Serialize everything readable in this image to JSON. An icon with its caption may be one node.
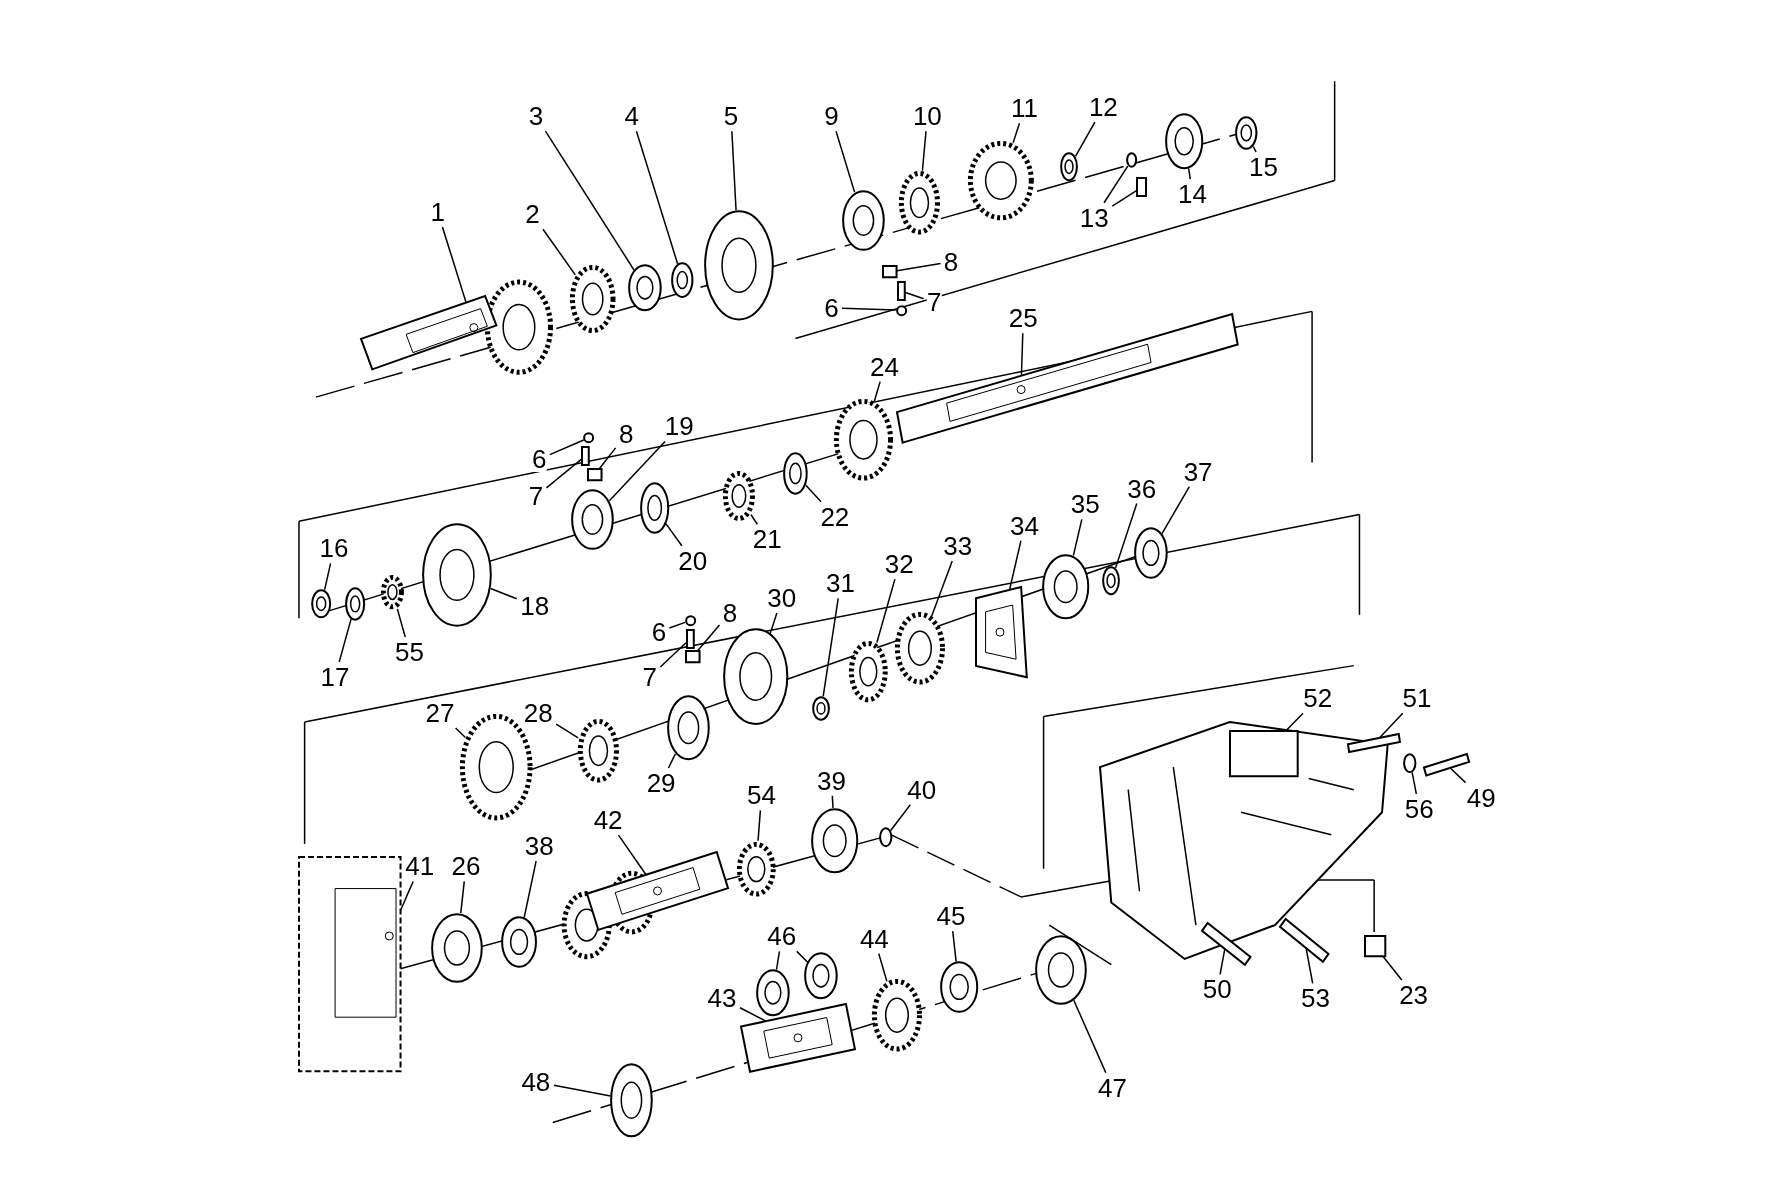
{
  "diagram": {
    "nodes": [
      {
        "text": [
          "1"
        ]
      },
      {
        "text": [
          "2"
        ]
      },
      {
        "text": [
          "3"
        ]
      },
      {
        "text": [
          "4"
        ]
      },
      {
        "text": [
          "5"
        ]
      },
      {
        "text": [
          "9"
        ]
      },
      {
        "text": [
          "10"
        ]
      },
      {
        "text": [
          "11"
        ]
      },
      {
        "text": [
          "12"
        ]
      },
      {
        "text": [
          "13"
        ]
      },
      {
        "text": [
          "14"
        ]
      },
      {
        "text": [
          "15"
        ]
      },
      {
        "text": [
          "8"
        ]
      },
      {
        "text": [
          "7"
        ]
      },
      {
        "text": [
          "6"
        ]
      },
      {
        "text": [
          "25"
        ]
      },
      {
        "text": [
          "24"
        ]
      },
      {
        "text": [
          "6"
        ]
      },
      {
        "text": [
          "8"
        ]
      },
      {
        "text": [
          "19"
        ]
      },
      {
        "text": [
          "7"
        ]
      },
      {
        "text": [
          "20"
        ]
      },
      {
        "text": [
          "21"
        ]
      },
      {
        "text": [
          "22"
        ]
      },
      {
        "text": [
          "16"
        ]
      },
      {
        "text": [
          "17"
        ]
      },
      {
        "text": [
          "55"
        ]
      },
      {
        "text": [
          "18"
        ]
      },
      {
        "text": [
          "34"
        ]
      },
      {
        "text": [
          "35"
        ]
      },
      {
        "text": [
          "36"
        ]
      },
      {
        "text": [
          "37"
        ]
      },
      {
        "text": [
          "6"
        ]
      },
      {
        "text": [
          "8"
        ]
      },
      {
        "text": [
          "30"
        ]
      },
      {
        "text": [
          "31"
        ]
      },
      {
        "text": [
          "32"
        ]
      },
      {
        "text": [
          "33"
        ]
      },
      {
        "text": [
          "7"
        ]
      },
      {
        "text": [
          "27"
        ]
      },
      {
        "text": [
          "28"
        ]
      },
      {
        "text": [
          "29"
        ]
      },
      {
        "text": [
          "52"
        ]
      },
      {
        "text": [
          "51"
        ]
      },
      {
        "text": [
          "56"
        ]
      },
      {
        "text": [
          "49"
        ]
      },
      {
        "text": [
          "54"
        ]
      },
      {
        "text": [
          "39"
        ]
      },
      {
        "text": [
          "40"
        ]
      },
      {
        "text": [
          "41"
        ]
      },
      {
        "text": [
          "26"
        ]
      },
      {
        "text": [
          "38"
        ]
      },
      {
        "text": [
          "42"
        ]
      },
      {
        "text": [
          "46"
        ]
      },
      {
        "text": [
          "44"
        ]
      },
      {
        "text": [
          "45"
        ]
      },
      {
        "text": [
          "43"
        ]
      },
      {
        "text": [
          "48"
        ]
      },
      {
        "text": [
          "47"
        ]
      },
      {
        "text": [
          "50"
        ]
      },
      {
        "text": [
          "53"
        ]
      },
      {
        "text": [
          "23"
        ]
      },
      {
        "text": [],
        "shape": "picture"
      },
      {
        "text": [],
        "shape": "picture"
      },
      {
        "text": [],
        "shape": "picture"
      },
      {
        "text": [],
        "shape": "picture"
      },
      {
        "text": [],
        "shape": "picture"
      },
      {
        "text": [],
        "shape": "picture"
      },
      {
        "text": [],
        "shape": "picture"
      },
      {
        "text": [],
        "shape": "picture"
      },
      {
        "text": [],
        "shape": "picture"
      },
      {
        "text": [],
        "shape": "picture"
      },
      {
        "text": [],
        "shape": "circle"
      },
      {
        "text": [],
        "shape": "picture"
      },
      {
        "text": [],
        "shape": "picture"
      },
      {
        "text": [],
        "shape": "box"
      },
      {
        "text": [],
        "shape": "box"
      },
      {
        "text": [],
        "shape": "circle"
      },
      {
        "text": [],
        "shape": "picture"
      },
      {
        "text": [],
        "shape": "picture"
      },
      {
        "text": [],
        "shape": "circle"
      },
      {
        "text": [],
        "shape": "box"
      },
      {
        "text": [],
        "shape": "picture"
      },
      {
        "text": [],
        "shape": "box"
      },
      {
        "text": [],
        "shape": "picture"
      },
      {
        "text": [],
        "shape": "picture"
      },
      {
        "text": [],
        "shape": "picture"
      },
      {
        "text": [],
        "shape": "picture"
      },
      {
        "text": [],
        "shape": "picture"
      },
      {
        "text": [],
        "shape": "picture"
      },
      {
        "text": [],
        "shape": "picture"
      },
      {
        "text": [],
        "shape": "picture"
      },
      {
        "text": [],
        "shape": "picture"
      },
      {
        "text": [],
        "shape": "picture"
      },
      {
        "text": [],
        "shape": "picture"
      },
      {
        "text": [],
        "shape": "circle"
      },
      {
        "text": [],
        "shape": "box"
      },
      {
        "text": [],
        "shape": "picture"
      },
      {
        "text": [],
        "shape": "picture"
      },
      {
        "text": [],
        "shape": "picture"
      },
      {
        "text": [],
        "shape": "picture"
      },
      {
        "text": [],
        "shape": "box"
      },
      {
        "text": [],
        "shape": "picture"
      },
      {
        "text": [],
        "shape": "picture"
      },
      {
        "text": [],
        "shape": "picture"
      },
      {
        "text": [],
        "shape": "box",
        "in": 62
      },
      {
        "text": [],
        "shape": "bar"
      },
      {
        "text": [],
        "shape": "circle"
      },
      {
        "text": [],
        "shape": "bar"
      },
      {
        "text": [],
        "shape": "picture"
      },
      {
        "text": [],
        "shape": "picture"
      },
      {
        "text": [],
        "shape": "circle"
      },
      {
        "text": [],
        "shape": "picture"
      },
      {
        "text": [],
        "shape": "picture"
      },
      {
        "text": [],
        "shape": "picture"
      },
      {
        "text": [],
        "shape": "picture"
      },
      {
        "text": [],
        "shape": "picture"
      },
      {
        "text": [],
        "shape": "picture"
      },
      {
        "text": [],
        "shape": "picture"
      },
      {
        "text": [],
        "shape": "picture"
      },
      {
        "text": [],
        "shape": "picture"
      },
      {
        "text": [],
        "shape": "picture"
      },
      {
        "text": [],
        "shape": "bar"
      },
      {
        "text": [],
        "shape": "bar"
      },
      {
        "text": [],
        "shape": "box"
      },
      {
        "text": [],
        "shape": "box"
      },
      {
        "text": [],
        "shape": "picture"
      }
    ],
    "edges": [
      {
        "from": 0,
        "to": 63,
        "arrow": "none"
      },
      {
        "from": 1,
        "to": 64,
        "arrow": "none"
      },
      {
        "from": 2,
        "to": 65,
        "arrow": "none"
      },
      {
        "from": 3,
        "to": 66,
        "arrow": "none"
      },
      {
        "from": 4,
        "to": 67,
        "arrow": "none"
      },
      {
        "from": 5,
        "to": 68,
        "arrow": "none"
      },
      {
        "from": 6,
        "to": 69,
        "arrow": "none"
      },
      {
        "from": 7,
        "to": 70,
        "arrow": "none"
      },
      {
        "from": 8,
        "to": 71,
        "arrow": "none"
      },
      {
        "from": 9,
        "to": 72,
        "arrow": "none"
      },
      {
        "from": 10,
        "to": 73,
        "arrow": "none"
      },
      {
        "from": 11,
        "to": 74,
        "arrow": "none"
      },
      {
        "from": 12,
        "to": 75,
        "arrow": "none"
      },
      {
        "from": 13,
        "to": 76,
        "arrow": "none"
      },
      {
        "from": 14,
        "to": 77,
        "arrow": "none"
      },
      {
        "from": 15,
        "to": 78,
        "arrow": "none"
      },
      {
        "from": 16,
        "to": 79,
        "arrow": "none"
      },
      {
        "from": 17,
        "to": 80,
        "arrow": "none"
      },
      {
        "from": 18,
        "to": 81,
        "arrow": "none"
      },
      {
        "from": 19,
        "to": 82,
        "arrow": "none"
      },
      {
        "from": 20,
        "to": 83,
        "arrow": "none"
      },
      {
        "from": 21,
        "to": 84,
        "arrow": "none"
      },
      {
        "from": 22,
        "to": 85,
        "arrow": "none"
      },
      {
        "from": 23,
        "to": 86,
        "arrow": "none"
      },
      {
        "from": 24,
        "to": 87,
        "arrow": "none"
      },
      {
        "from": 25,
        "to": 88,
        "arrow": "none"
      },
      {
        "from": 26,
        "to": 89,
        "arrow": "none"
      },
      {
        "from": 27,
        "to": 90,
        "arrow": "none"
      },
      {
        "from": 28,
        "to": 91,
        "arrow": "none"
      },
      {
        "from": 29,
        "to": 92,
        "arrow": "none"
      },
      {
        "from": 30,
        "to": 93,
        "arrow": "none"
      },
      {
        "from": 31,
        "to": 94,
        "arrow": "none"
      },
      {
        "from": 32,
        "to": 95,
        "arrow": "none"
      },
      {
        "from": 33,
        "to": 96,
        "arrow": "none"
      },
      {
        "from": 34,
        "to": 97,
        "arrow": "none"
      },
      {
        "from": 35,
        "to": 98,
        "arrow": "none"
      },
      {
        "from": 36,
        "to": 99,
        "arrow": "none"
      },
      {
        "from": 37,
        "to": 100,
        "arrow": "none"
      },
      {
        "from": 38,
        "to": 101,
        "arrow": "none"
      },
      {
        "from": 39,
        "to": 102,
        "arrow": "none"
      },
      {
        "from": 40,
        "to": 103,
        "arrow": "none"
      },
      {
        "from": 41,
        "to": 104,
        "arrow": "none"
      },
      {
        "from": 42,
        "to": 105,
        "arrow": "none"
      },
      {
        "from": 43,
        "to": 106,
        "arrow": "none"
      },
      {
        "from": 44,
        "to": 107,
        "arrow": "none"
      },
      {
        "from": 45,
        "to": 108,
        "arrow": "none"
      },
      {
        "from": 46,
        "to": 109,
        "arrow": "none"
      },
      {
        "from": 47,
        "to": 110,
        "arrow": "none"
      },
      {
        "from": 48,
        "to": 111,
        "arrow": "none"
      },
      {
        "from": 49,
        "to": 112,
        "arrow": "none"
      },
      {
        "from": 50,
        "to": 113,
        "arrow": "none"
      },
      {
        "from": 51,
        "to": 114,
        "arrow": "none"
      },
      {
        "from": 52,
        "to": 115,
        "arrow": "none"
      },
      {
        "from": 53,
        "to": 116,
        "arrow": "none"
      },
      {
        "from": 54,
        "to": 117,
        "arrow": "none"
      },
      {
        "from": 55,
        "to": 118,
        "arrow": "none"
      },
      {
        "from": 56,
        "to": 119,
        "arrow": "none"
      },
      {
        "from": 57,
        "to": 120,
        "arrow": "none"
      },
      {
        "from": 58,
        "to": 121,
        "arrow": "none"
      },
      {
        "from": 59,
        "to": 122,
        "arrow": "none"
      },
      {
        "from": 60,
        "to": 123,
        "arrow": "none"
      },
      {
        "from": 61,
        "to": 124,
        "arrow": "none"
      },
      {
        "from": 9,
        "to": 125,
        "arrow": "none"
      },
      {
        "from": 53,
        "to": 126,
        "arrow": "none"
      }
    ]
  }
}
